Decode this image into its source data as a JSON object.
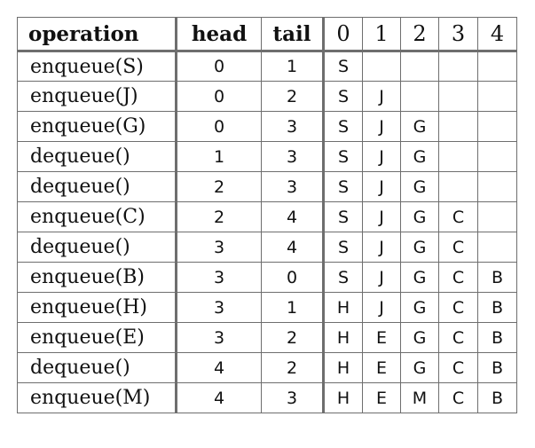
{
  "table": {
    "headers": [
      "operation",
      "head",
      "tail",
      "0",
      "1",
      "2",
      "3",
      "4"
    ],
    "rows": [
      {
        "operation": "enqueue(S)",
        "head": "0",
        "tail": "1",
        "cells": [
          "S",
          "",
          "",
          "",
          ""
        ]
      },
      {
        "operation": "enqueue(J)",
        "head": "0",
        "tail": "2",
        "cells": [
          "S",
          "J",
          "",
          "",
          ""
        ]
      },
      {
        "operation": "enqueue(G)",
        "head": "0",
        "tail": "3",
        "cells": [
          "S",
          "J",
          "G",
          "",
          ""
        ]
      },
      {
        "operation": "dequeue()",
        "head": "1",
        "tail": "3",
        "cells": [
          "S",
          "J",
          "G",
          "",
          ""
        ]
      },
      {
        "operation": "dequeue()",
        "head": "2",
        "tail": "3",
        "cells": [
          "S",
          "J",
          "G",
          "",
          ""
        ]
      },
      {
        "operation": "enqueue(C)",
        "head": "2",
        "tail": "4",
        "cells": [
          "S",
          "J",
          "G",
          "C",
          ""
        ]
      },
      {
        "operation": "dequeue()",
        "head": "3",
        "tail": "4",
        "cells": [
          "S",
          "J",
          "G",
          "C",
          ""
        ]
      },
      {
        "operation": "enqueue(B)",
        "head": "3",
        "tail": "0",
        "cells": [
          "S",
          "J",
          "G",
          "C",
          "B"
        ]
      },
      {
        "operation": "enqueue(H)",
        "head": "3",
        "tail": "1",
        "cells": [
          "H",
          "J",
          "G",
          "C",
          "B"
        ]
      },
      {
        "operation": "enqueue(E)",
        "head": "3",
        "tail": "2",
        "cells": [
          "H",
          "E",
          "G",
          "C",
          "B"
        ]
      },
      {
        "operation": "dequeue()",
        "head": "4",
        "tail": "2",
        "cells": [
          "H",
          "E",
          "G",
          "C",
          "B"
        ]
      },
      {
        "operation": "enqueue(M)",
        "head": "4",
        "tail": "3",
        "cells": [
          "H",
          "E",
          "M",
          "C",
          "B"
        ]
      }
    ]
  }
}
